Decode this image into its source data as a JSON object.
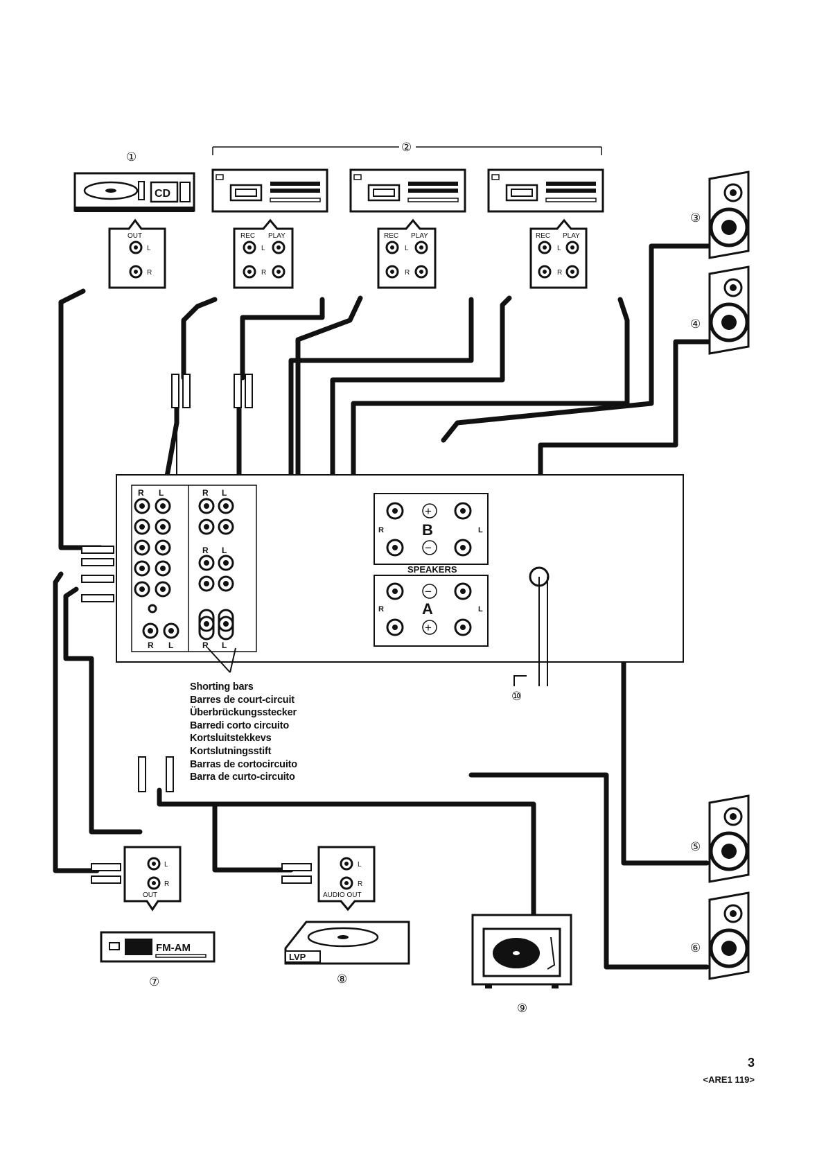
{
  "callouts": {
    "cd": "①",
    "decks": "②",
    "spk3": "③",
    "spk4": "④",
    "spk5": "⑤",
    "spk6": "⑥",
    "tuner": "⑦",
    "lvp": "⑧",
    "turntable": "⑨",
    "ground": "⑩"
  },
  "devices": {
    "cd_label": "CD",
    "tuner_label": "FM-AM",
    "lvp_label": "LVP"
  },
  "jack_labels": {
    "out": "OUT",
    "rec": "REC",
    "play": "PLAY",
    "left": "L",
    "right": "R",
    "audio_out": "AUDIO OUT"
  },
  "amp": {
    "speakers_label": "SPEAKERS",
    "group_b": "B",
    "group_a": "A",
    "plus": "+",
    "minus": "−"
  },
  "shorting_note": [
    "Shorting bars",
    "Barres de court-circuit",
    "Überbrückungsstecker",
    "Barredi corto circuito",
    "Kortsluitstekkevs",
    "Kortslutningsstift",
    "Barras de cortocircuito",
    "Barra de curto-circuito"
  ],
  "footer": {
    "page_number": "3",
    "doc_code": "<ARE1 119>"
  }
}
